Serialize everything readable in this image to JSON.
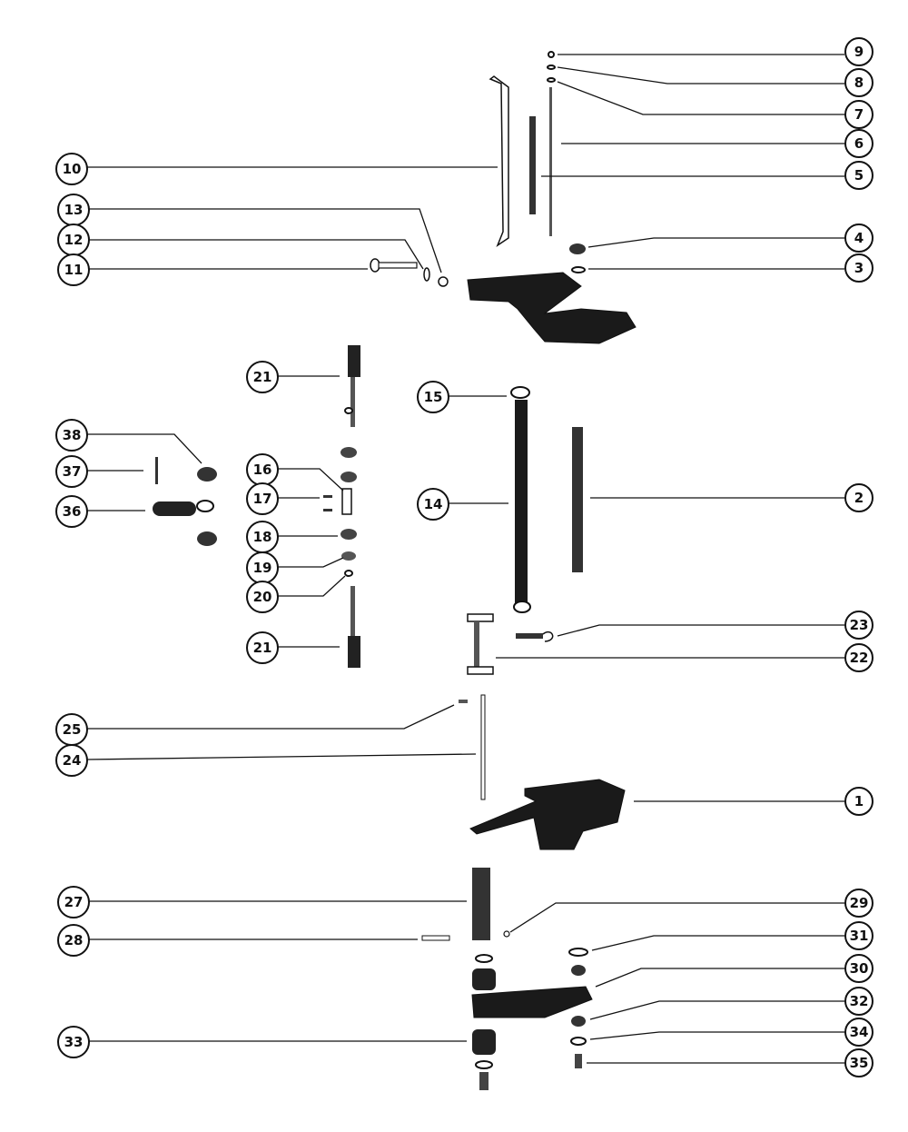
{
  "diagram": {
    "callouts": [
      {
        "id": "c9",
        "label": "9"
      },
      {
        "id": "c8",
        "label": "8"
      },
      {
        "id": "c7",
        "label": "7"
      },
      {
        "id": "c6",
        "label": "6"
      },
      {
        "id": "c10",
        "label": "10"
      },
      {
        "id": "c5",
        "label": "5"
      },
      {
        "id": "c13",
        "label": "13"
      },
      {
        "id": "c12",
        "label": "12"
      },
      {
        "id": "c4",
        "label": "4"
      },
      {
        "id": "c11",
        "label": "11"
      },
      {
        "id": "c3",
        "label": "3"
      },
      {
        "id": "c21a",
        "label": "21"
      },
      {
        "id": "c15",
        "label": "15"
      },
      {
        "id": "c38",
        "label": "38"
      },
      {
        "id": "c16",
        "label": "16"
      },
      {
        "id": "c37",
        "label": "37"
      },
      {
        "id": "c17",
        "label": "17"
      },
      {
        "id": "c36",
        "label": "36"
      },
      {
        "id": "c14",
        "label": "14"
      },
      {
        "id": "c2",
        "label": "2"
      },
      {
        "id": "c18",
        "label": "18"
      },
      {
        "id": "c19",
        "label": "19"
      },
      {
        "id": "c20",
        "label": "20"
      },
      {
        "id": "c23",
        "label": "23"
      },
      {
        "id": "c21b",
        "label": "21"
      },
      {
        "id": "c22",
        "label": "22"
      },
      {
        "id": "c25",
        "label": "25"
      },
      {
        "id": "c24",
        "label": "24"
      },
      {
        "id": "c1",
        "label": "1"
      },
      {
        "id": "c27",
        "label": "27"
      },
      {
        "id": "c29",
        "label": "29"
      },
      {
        "id": "c28",
        "label": "28"
      },
      {
        "id": "c31",
        "label": "31"
      },
      {
        "id": "c30",
        "label": "30"
      },
      {
        "id": "c32",
        "label": "32"
      },
      {
        "id": "c34",
        "label": "34"
      },
      {
        "id": "c33",
        "label": "33"
      },
      {
        "id": "c35",
        "label": "35"
      }
    ]
  }
}
